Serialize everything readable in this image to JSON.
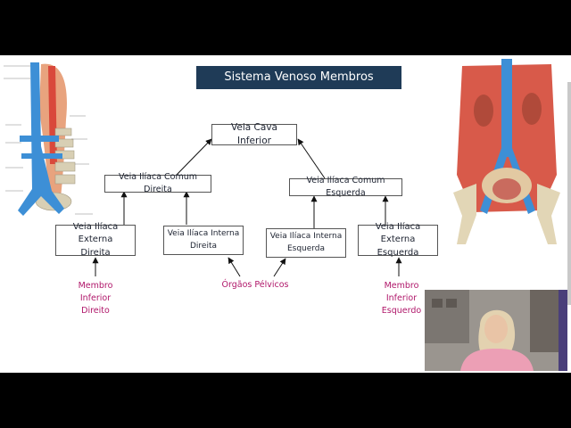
{
  "title": "Sistema Venoso Membros Inferiores",
  "nodes": {
    "vci": "Veia Cava Inferior",
    "icd": "Veia Ilíaca Comum Direita",
    "ice": "Veia Ilíaca Comum Esquerda",
    "ied_l1": "Veia Ilíaca Externa",
    "ied_l2": "Direita",
    "iid_l1": "Veia Ilíaca Interna",
    "iid_l2": "Direita",
    "iie_l1": "Veia Ilíaca Interna",
    "iie_l2": "Esquerda",
    "iee_l1": "Veia Ilíaca Externa",
    "iee_l2": "Esquerda"
  },
  "labels": {
    "mid_l1": "Membro",
    "mid_l2": "Inferior",
    "mid_l3": "Direito",
    "pelvic": "Órgãos Pélvicos",
    "mie_l1": "Membro",
    "mie_l2": "Inferior",
    "mie_l3": "Esquerdo"
  },
  "colors": {
    "title_bg": "#1f3b57",
    "label_text": "#b0176a",
    "vein_blue": "#3d8fd6",
    "artery_red": "#d9483b"
  }
}
